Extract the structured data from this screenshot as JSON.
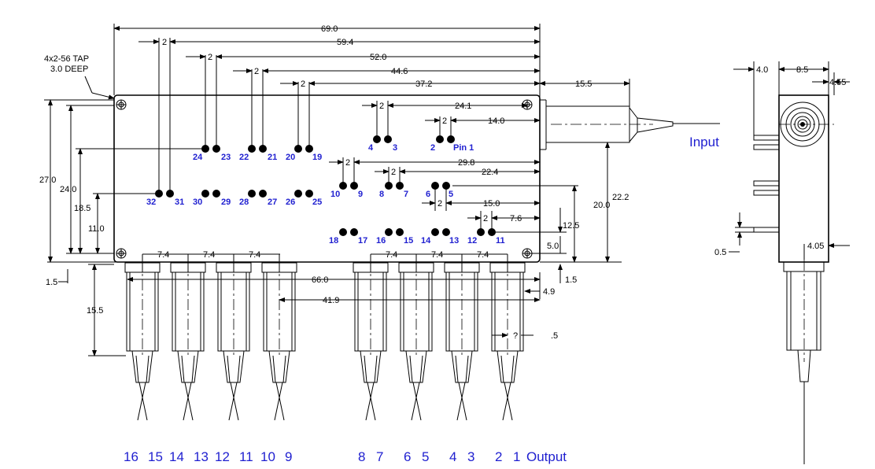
{
  "labels": {
    "tap_note_1": "4x2-56 TAP",
    "tap_note_2": "3.0 DEEP",
    "input": "Input",
    "output": "Output",
    "pin1": "Pin 1",
    "question": "?",
    "question_val": ".5"
  },
  "dims": {
    "top_69": "69.0",
    "top_59_4": "59.4",
    "top_52": "52.0",
    "top_44_6": "44.6",
    "top_37_2": "37.2",
    "pitch_2": "2",
    "d_24_1": "24.1",
    "d_14": "14.0",
    "d_29_8": "29.8",
    "d_22_4": "22.4",
    "d_15": "15.0",
    "d_7_6": "7.6",
    "d_15_5_input": "15.5",
    "left_27": "27.0",
    "left_24": "24.0",
    "left_18_5": "18.5",
    "left_11": "11.0",
    "left_1_5": "1.5",
    "right_22_2": "22.2",
    "right_20": "20.0",
    "right_12_5": "12.5",
    "right_5": "5.0",
    "right_1_5": "1.5",
    "right_4_9": "4.9",
    "pitch_7_4": "7.4",
    "d_66": "66.0",
    "d_41_9": "41.9",
    "d_15_5_out": "15.5",
    "side_4": "4.0",
    "side_8_5": "8.5",
    "side_4_55": "4.55",
    "side_0_5": "0.5",
    "side_4_05": "4.05"
  },
  "pins": {
    "p1": "1",
    "p2": "2",
    "p3": "3",
    "p4": "4",
    "p5": "5",
    "p6": "6",
    "p7": "7",
    "p8": "8",
    "p9": "9",
    "p10": "10",
    "p11": "11",
    "p12": "12",
    "p13": "13",
    "p14": "14",
    "p15": "15",
    "p16": "16",
    "p17": "17",
    "p18": "18",
    "p19": "19",
    "p20": "20",
    "p21": "21",
    "p22": "22",
    "p23": "23",
    "p24": "24",
    "p25": "25",
    "p26": "26",
    "p27": "27",
    "p28": "28",
    "p29": "29",
    "p30": "30",
    "p31": "31",
    "p32": "32"
  },
  "outputs": {
    "o16": "16",
    "o15": "15",
    "o14": "14",
    "o13": "13",
    "o12": "12",
    "o11": "11",
    "o10": "10",
    "o9": "9",
    "o8": "8",
    "o7": "7",
    "o6": "6",
    "o5": "5",
    "o4": "4",
    "o3": "3",
    "o2": "2",
    "o1": "1"
  },
  "colors": {
    "pin_label": "#1f1fd0",
    "line": "#000000"
  }
}
